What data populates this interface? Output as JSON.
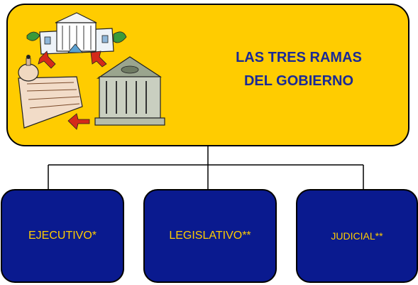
{
  "root": {
    "title_line1": "LAS TRES RAMAS",
    "title_line2": "DEL GOBIERNO",
    "illustration": "government-buildings-clipart-icon"
  },
  "branches": [
    {
      "label": "EJECUTIVO*"
    },
    {
      "label": "LEGISLATIVO**"
    },
    {
      "label": "JUDICIAL**"
    }
  ],
  "colors": {
    "root_fill": "#ffcc00",
    "title_text": "#1a2a96",
    "branch_fill": "#0a1a8f",
    "branch_text": "#ffcc00",
    "outline": "#000000"
  }
}
